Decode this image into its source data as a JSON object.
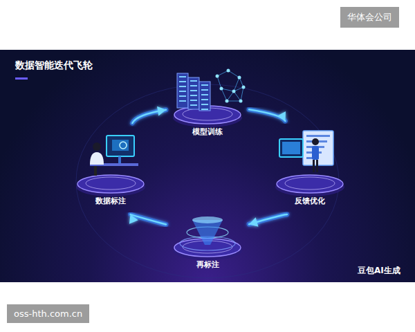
{
  "diagram": {
    "title": "数据智能迭代飞轮",
    "nodes": [
      {
        "text": [
          "模型训练"
        ]
      },
      {
        "text": [
          "数据标注"
        ]
      },
      {
        "text": [
          "反馈优化"
        ]
      },
      {
        "text": [
          "再标注"
        ]
      }
    ],
    "edges": [
      {
        "from": 1,
        "to": 0,
        "arrow": "to"
      },
      {
        "from": 0,
        "to": 2,
        "arrow": "to"
      },
      {
        "from": 2,
        "to": 3,
        "arrow": "to"
      },
      {
        "from": 3,
        "to": 1,
        "arrow": "to"
      }
    ],
    "labels": [
      "华体会公司",
      "豆包AI生成",
      "oss-hth.com.cn"
    ]
  }
}
